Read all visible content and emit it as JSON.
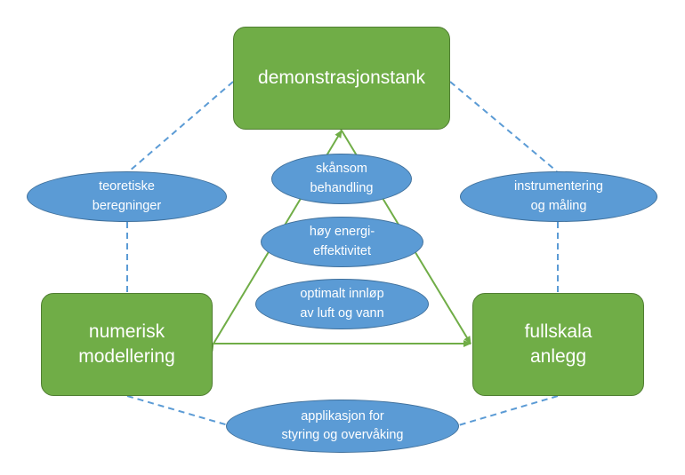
{
  "nodes": {
    "top": {
      "lines": [
        "demonstrasjonstank"
      ]
    },
    "left": {
      "lines": [
        "numerisk",
        "modellering"
      ]
    },
    "right": {
      "lines": [
        "fullskala",
        "anlegg"
      ]
    }
  },
  "labels": {
    "left_link": {
      "lines": [
        "teoretiske",
        "beregninger"
      ]
    },
    "right_link": {
      "lines": [
        "instrumentering",
        "og måling"
      ]
    },
    "bottom_link": {
      "lines": [
        "applikasjon for",
        "styring og overvåking"
      ]
    },
    "center_1": {
      "lines": [
        "skånsom",
        "behandling"
      ]
    },
    "center_2": {
      "lines": [
        "høy energi-",
        "effektivitet"
      ]
    },
    "center_3": {
      "lines": [
        "optimalt innløp",
        "av luft og vann"
      ]
    }
  },
  "colors": {
    "box_fill": "#70ad47",
    "box_border": "#507e32",
    "ellipse_fill": "#5b9bd5",
    "ellipse_border": "#41719c",
    "dashed_line": "#5b9bd5",
    "arrow": "#70ad47",
    "text": "#ffffff"
  }
}
